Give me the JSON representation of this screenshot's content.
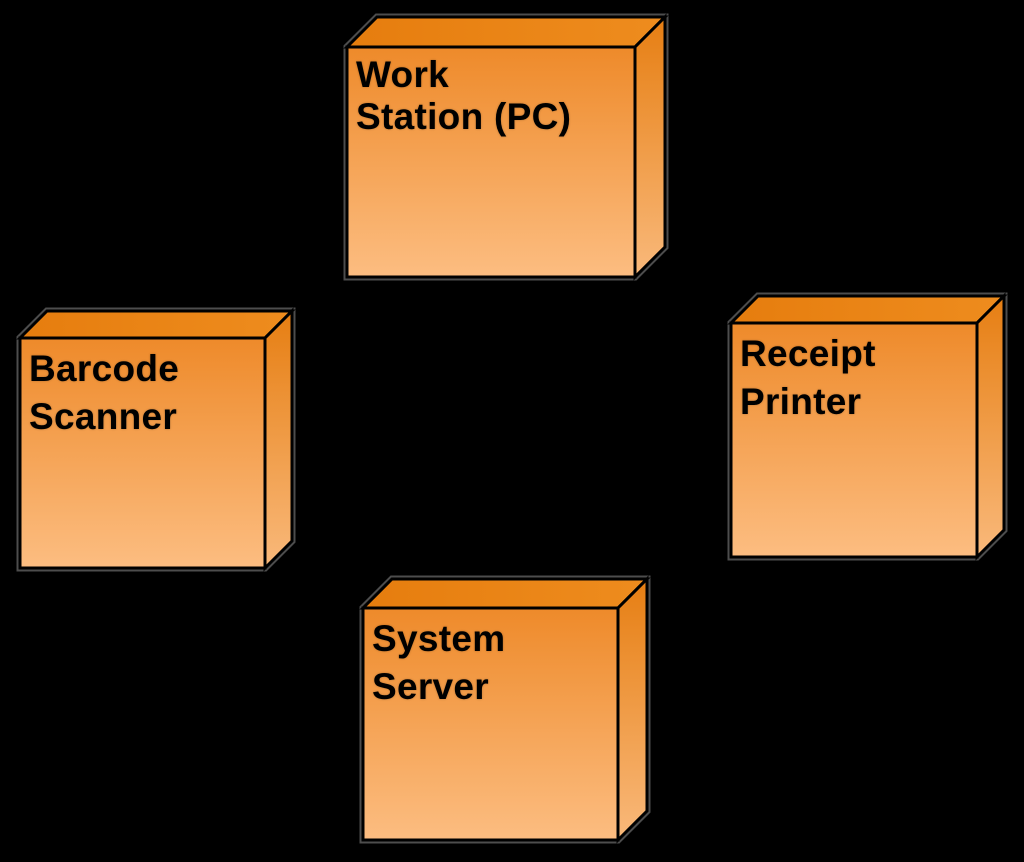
{
  "diagram": {
    "type": "uml-deployment-diagram",
    "background_color": "#000000",
    "node_style": {
      "front_gradient_top": "#EE8A2A",
      "front_gradient_bottom": "#FCBD81",
      "top_face_color": "#E8820F",
      "side_gradient_top": "#E67E12",
      "side_gradient_bottom": "#F9B97B",
      "border_color": "#000000",
      "halo_color": "#4d4d4d",
      "label_color": "#000000"
    },
    "nodes": [
      {
        "id": "work-station",
        "label": "Work\nStation (PC)"
      },
      {
        "id": "barcode-scanner",
        "label": "Barcode\nScanner"
      },
      {
        "id": "receipt-printer",
        "label": "Receipt\nPrinter"
      },
      {
        "id": "system-server",
        "label": "System\nServer"
      }
    ],
    "connectors": []
  }
}
